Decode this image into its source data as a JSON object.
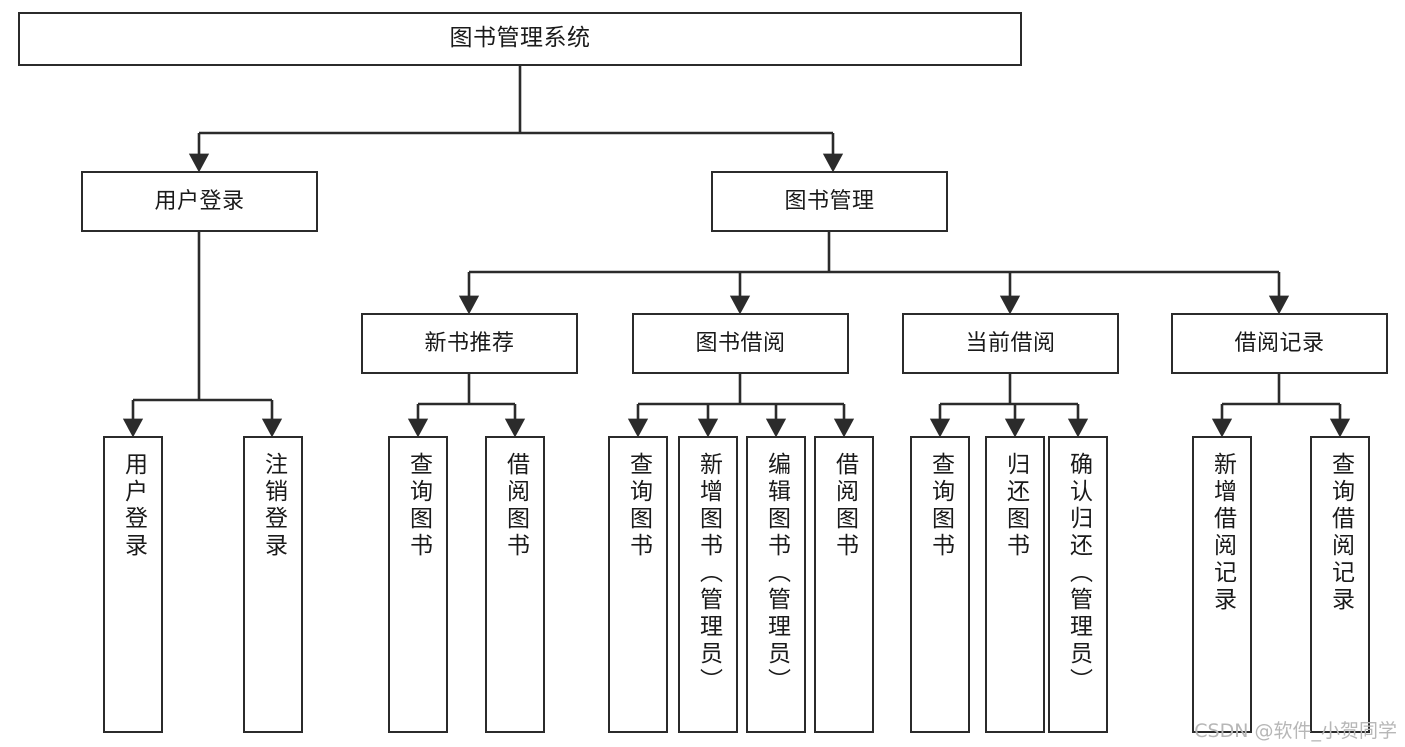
{
  "diagram": {
    "title": "图书管理系统",
    "type": "tree",
    "line_color": "#2b2b2b",
    "box_fill": "#ffffff",
    "text_color": "#1a1a1a"
  },
  "nodes": {
    "root": {
      "label": "图书管理系统"
    },
    "level2": [
      {
        "id": "user-login",
        "label": "用户登录"
      },
      {
        "id": "book-management",
        "label": "图书管理"
      }
    ],
    "level3": [
      {
        "id": "new-book-recommend",
        "label": "新书推荐"
      },
      {
        "id": "book-borrow",
        "label": "图书借阅"
      },
      {
        "id": "current-borrow",
        "label": "当前借阅"
      },
      {
        "id": "borrow-record",
        "label": "借阅记录"
      }
    ],
    "leaves": {
      "user_login": [
        {
          "id": "leaf-user-login",
          "label": "用户登录"
        },
        {
          "id": "leaf-logout-login",
          "label": "注销登录"
        }
      ],
      "new_book_recommend": [
        {
          "id": "leaf-query-book-1",
          "label": "查询图书"
        },
        {
          "id": "leaf-borrow-book-1",
          "label": "借阅图书"
        }
      ],
      "book_borrow": [
        {
          "id": "leaf-query-book-2",
          "label": "查询图书"
        },
        {
          "id": "leaf-add-book",
          "label": "新增图书（管理员）"
        },
        {
          "id": "leaf-edit-book",
          "label": "编辑图书（管理员）"
        },
        {
          "id": "leaf-borrow-book-2",
          "label": "借阅图书"
        }
      ],
      "current_borrow": [
        {
          "id": "leaf-query-book-3",
          "label": "查询图书"
        },
        {
          "id": "leaf-return-book",
          "label": "归还图书"
        },
        {
          "id": "leaf-confirm-return",
          "label": "确认归还（管理员）"
        }
      ],
      "borrow_record": [
        {
          "id": "leaf-add-record",
          "label": "新增借阅记录"
        },
        {
          "id": "leaf-query-record",
          "label": "查询借阅记录"
        }
      ]
    }
  },
  "watermark": {
    "text": "CSDN @软件_小贺同学"
  }
}
